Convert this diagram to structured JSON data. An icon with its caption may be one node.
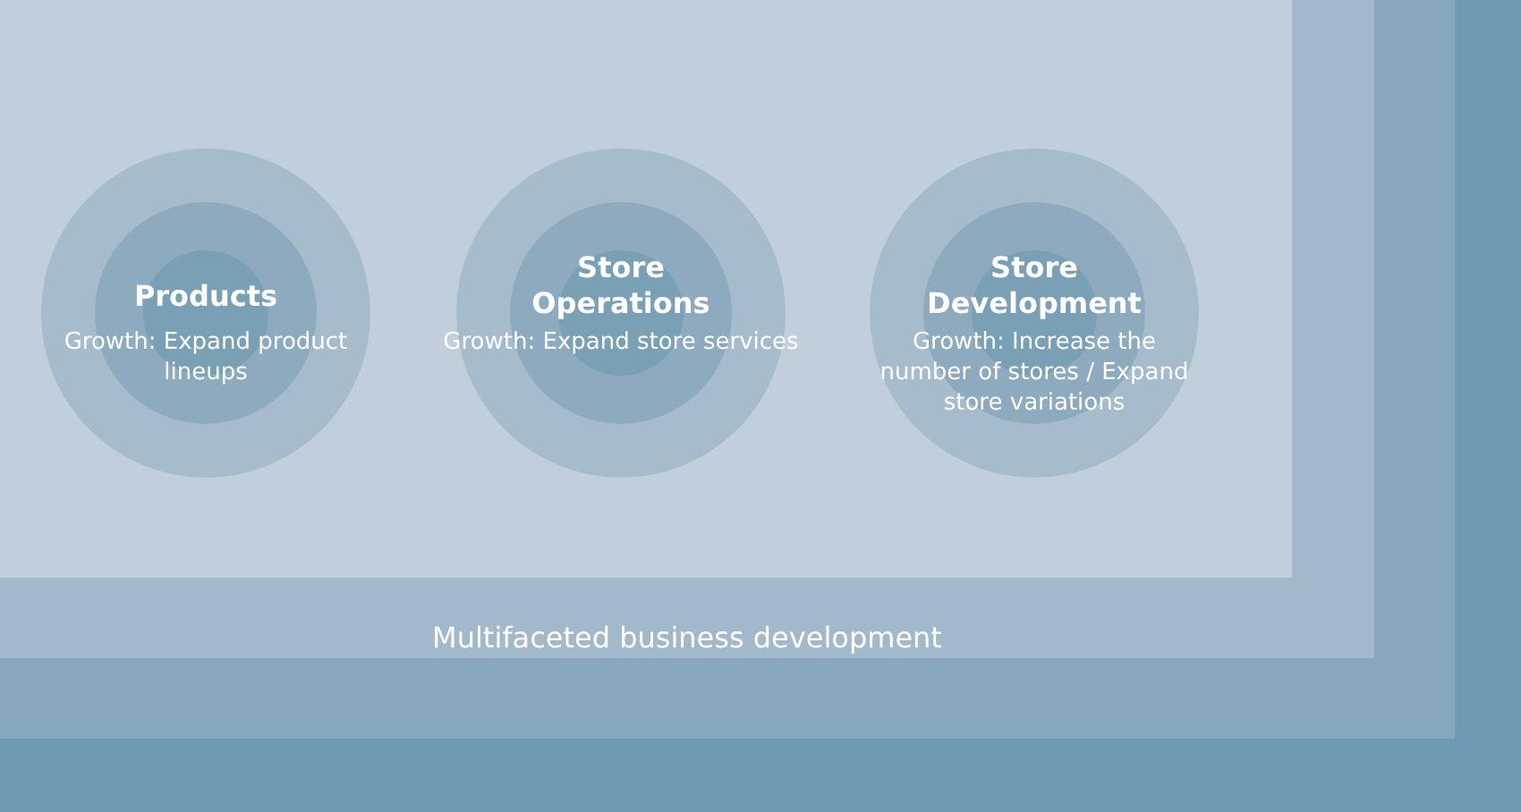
{
  "diagram": {
    "nodes": [
      {
        "text": [],
        "shape": "box"
      },
      {
        "text": [],
        "shape": "box",
        "in": 0
      },
      {
        "text": [
          "Multifaceted business development"
        ],
        "in": 1
      },
      {
        "text": [],
        "shape": "box",
        "in": 2
      },
      {
        "text": [
          "Products",
          "Growth: Expand product lineups"
        ],
        "in": 3
      },
      {
        "text": [
          "Store Operations",
          "Growth: Expand store services"
        ],
        "in": 3
      },
      {
        "text": [
          "Store Development",
          "Growth: Increase the number of stores / Expand store variations"
        ],
        "in": 3
      }
    ],
    "edges": []
  }
}
